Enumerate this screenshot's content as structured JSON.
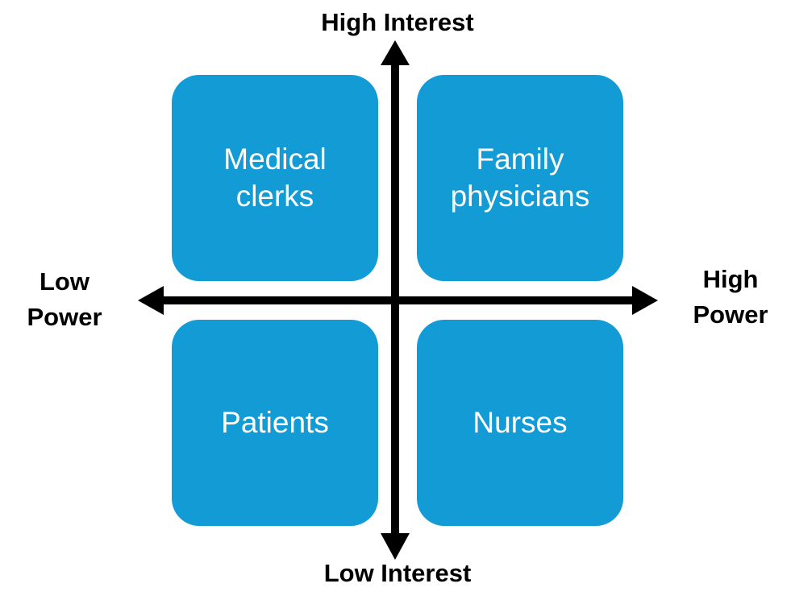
{
  "colors": {
    "box_fill": "#129bd5",
    "axis": "#000000",
    "box_text": "#ffffff"
  },
  "axes": {
    "top_label": "High Interest",
    "bottom_label": "Low Interest",
    "left_label": "Low\nPower",
    "right_label": "High\nPower"
  },
  "quadrants": [
    {
      "position": "top-left",
      "label": "Medical\nclerks"
    },
    {
      "position": "top-right",
      "label": "Family\nphysicians"
    },
    {
      "position": "bottom-left",
      "label": "Patients"
    },
    {
      "position": "bottom-right",
      "label": "Nurses"
    }
  ]
}
